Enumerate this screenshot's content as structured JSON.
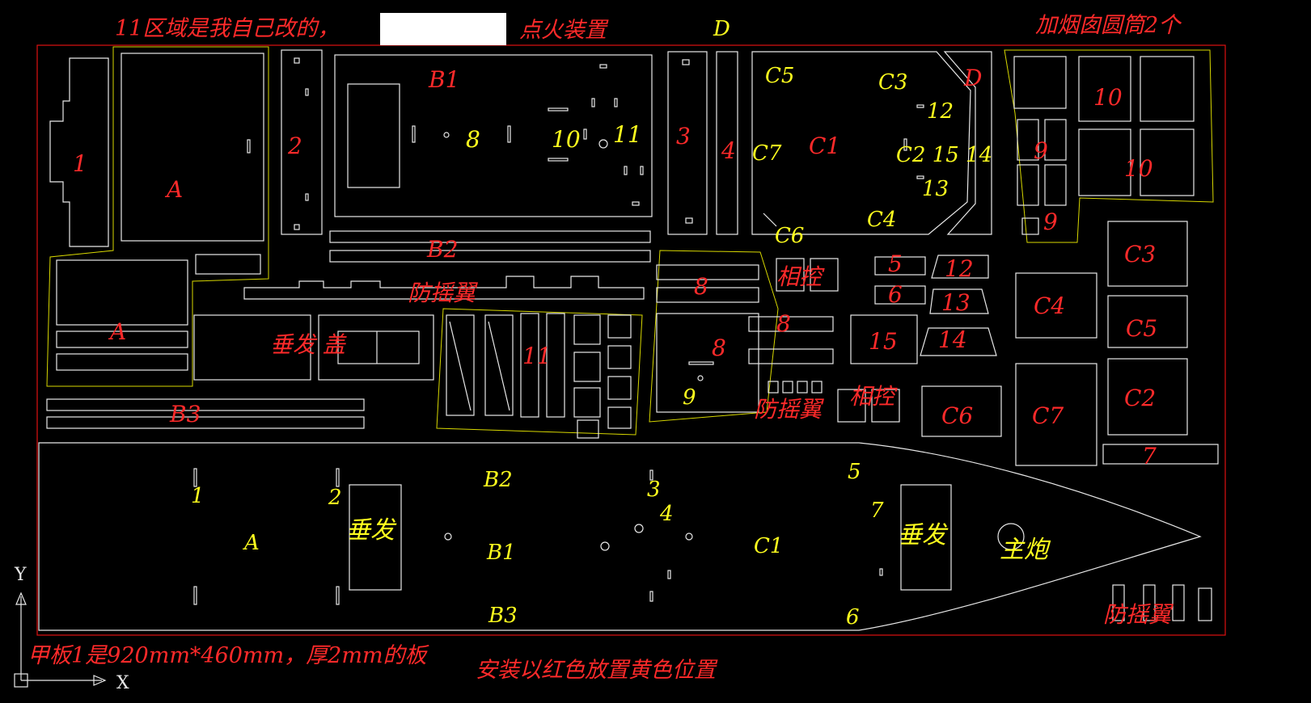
{
  "colors": {
    "background": "#000000",
    "outline": "#e8e8e8",
    "red_label": "#ff2a2a",
    "yellow_label": "#ffff1e",
    "sheet_border": "#e01010",
    "group_border": "#d8d800"
  },
  "notes": {
    "top_left": "11区域是我自己改的，",
    "top_mid": "点火装置",
    "top_right": "加烟囱圆筒2个",
    "bottom_left": "甲板1是920mm*460mm，厚2mm的板",
    "bottom_mid": "安装以红色放置黄色位置"
  },
  "parts_red": {
    "p1": "1",
    "pA": "A",
    "p2": "2",
    "pB1": "B1",
    "p3": "3",
    "p4": "4",
    "pC1": "C1",
    "pD": "D",
    "p10a": "10",
    "p10b": "10",
    "p9a": "9",
    "p9b": "9",
    "pA2": "A",
    "pB2": "B2",
    "p_fangyao1": "防摇翼",
    "p8a": "8",
    "p_xiangkong1": "相控",
    "p5": "5",
    "p12": "12",
    "p6": "6",
    "p13": "13",
    "pC3": "C3",
    "pC4": "C4",
    "pC5": "C5",
    "p8b": "8",
    "p15": "15",
    "p14": "14",
    "p_chuifa_gai": "垂发 盖",
    "p11": "11",
    "p8c": "8",
    "pB3": "B3",
    "p_fangyao2": "防摇翼",
    "p_xiangkong2": "相控",
    "pC6": "C6",
    "pC7": "C7",
    "pC2": "C2",
    "p7": "7",
    "p_fangyao3": "防摇翼"
  },
  "parts_yellow": {
    "y8": "8",
    "y10": "10",
    "y11": "11",
    "yD": "D",
    "yC5": "C5",
    "yC3": "C3",
    "y12": "12",
    "yC7": "C7",
    "yC2_15_14": "C2 15 14",
    "y13": "13",
    "yC4": "C4",
    "yC6": "C6",
    "y9": "9",
    "d1": "1",
    "d2": "2",
    "dB2": "B2",
    "d3": "3",
    "d4": "4",
    "d5": "5",
    "d7": "7",
    "dA": "A",
    "d_chuifa1": "垂发",
    "dB1": "B1",
    "dC1": "C1",
    "d_chuifa2": "垂发",
    "d_zhupao": "主炮",
    "dB3": "B3",
    "d6": "6"
  },
  "axis": {
    "x": "X",
    "y": "Y"
  }
}
